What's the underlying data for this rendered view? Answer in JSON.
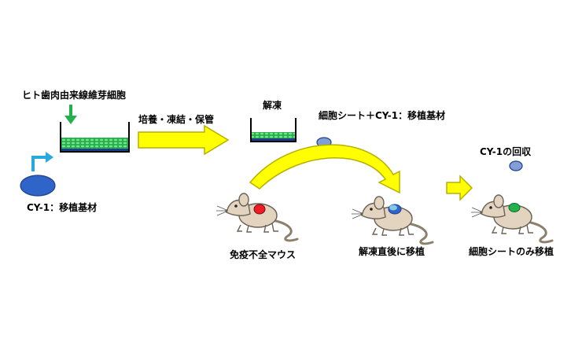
{
  "labels": {
    "source_cells": "ヒト歯肉由来線維芽細胞",
    "culture_step": "培養・凍結・保管",
    "thaw": "解凍",
    "sheet_plus_cy1": "細胞シート＋CY-1：移植基材",
    "cy1_material": "CY-1：移植基材",
    "cy1_recovery": "CY-1の回収",
    "immunodeficient_mouse": "免疫不全マウス",
    "post_thaw_transplant": "解凍直後に移植",
    "sheet_only_transplant": "細胞シートのみ移植"
  },
  "colors": {
    "cells_green": "#22b14c",
    "material_blue": "#2f64c8",
    "arrow_yellow": "#ffff00",
    "arrow_outline": "#b5b000",
    "cyan_arrow": "#29a8e0",
    "mouse_body": "#e3d4bf",
    "wound_red": "#ee1c24"
  }
}
